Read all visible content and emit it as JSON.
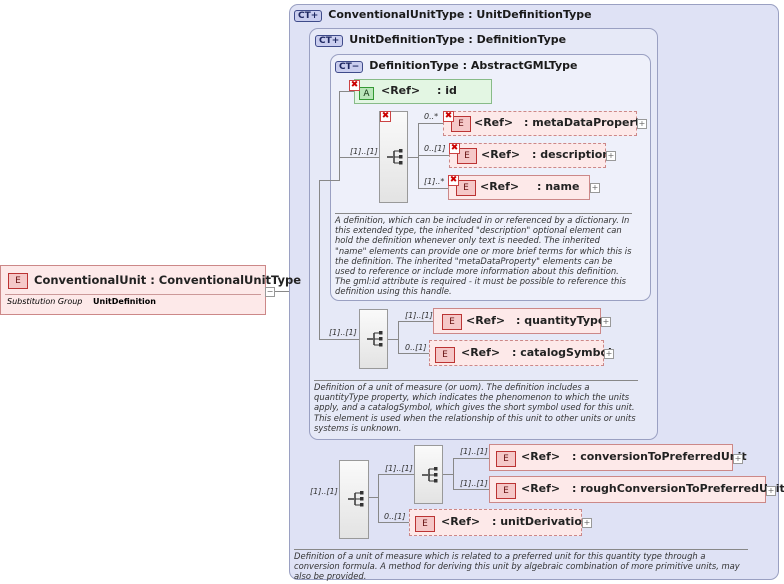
{
  "outer": {
    "badge": "CT",
    "title": "ConventionalUnitType : UnitDefinitionType",
    "doc": "Definition of a unit of measure which is related to a preferred unit for this quantity type through a conversion formula.  A method for deriving this unit by algebraic combination of more primitive units, may also be provided."
  },
  "mid": {
    "badge": "CT",
    "title": "UnitDefinitionType : DefinitionType",
    "doc": "Definition of a unit of measure (or uom). The definition includes a quantityType property, which indicates the phenomenon to which the units apply, and a catalogSymbol, which gives the short symbol used for this unit. This element is used when the relationship of this unit to other units or units systems is unknown."
  },
  "inner": {
    "badge": "CT",
    "title": "DefinitionType : AbstractGMLType",
    "doc": "A definition, which can be included in or referenced by a dictionary. In this extended type, the inherited \"description\" optional element can hold the definition whenever only text is needed. The inherited \"name\" elements can provide one or more brief terms for which this is the definition. The inherited \"metaDataProperty\" elements can be used to reference or include more information about this definition.\nThe gml:id attribute is required - it must be possible to reference this definition using this handle."
  },
  "root": {
    "badge": "E",
    "name": "ConventionalUnit : ConventionalUnitType",
    "sub_label": "Substitution Group",
    "sub_value": "UnitDefinition"
  },
  "attr": {
    "badge": "A",
    "ref": "<Ref>",
    "name": ": id"
  },
  "elements": {
    "metaDataProperty": {
      "badge": "E",
      "ref": "<Ref>",
      "name": ": metaDataProperty",
      "card": "0..*"
    },
    "description": {
      "badge": "E",
      "ref": "<Ref>",
      "name": ": description",
      "card": "0..[1]"
    },
    "name": {
      "badge": "E",
      "ref": "<Ref>",
      "name": ": name",
      "card": "[1]..*"
    },
    "quantityType": {
      "badge": "E",
      "ref": "<Ref>",
      "name": ": quantityType",
      "card": "[1]..[1]"
    },
    "catalogSymbol": {
      "badge": "E",
      "ref": "<Ref>",
      "name": ": catalogSymbol",
      "card": "0..[1]"
    },
    "conversionToPreferredUnit": {
      "badge": "E",
      "ref": "<Ref>",
      "name": ": conversionToPreferredUnit",
      "card": "[1]..[1]"
    },
    "roughConversionToPreferredUnit": {
      "badge": "E",
      "ref": "<Ref>",
      "name": ": roughConversionToPreferredUnit",
      "card": "[1]..[1]"
    },
    "unitDerivation": {
      "badge": "E",
      "ref": "<Ref>",
      "name": ": unitDerivation",
      "card": "0..[1]"
    }
  },
  "seq_cards": {
    "inner_seq": "[1]..[1]",
    "mid_seq": "[1]..[1]",
    "outer_seq": "[1]..[1]",
    "choice_seq": "[1]..[1]"
  },
  "icons": {
    "expand": "+",
    "collapse": "−",
    "abstract": "✖",
    "ct_expand": "+",
    "ct_collapse": "−"
  }
}
